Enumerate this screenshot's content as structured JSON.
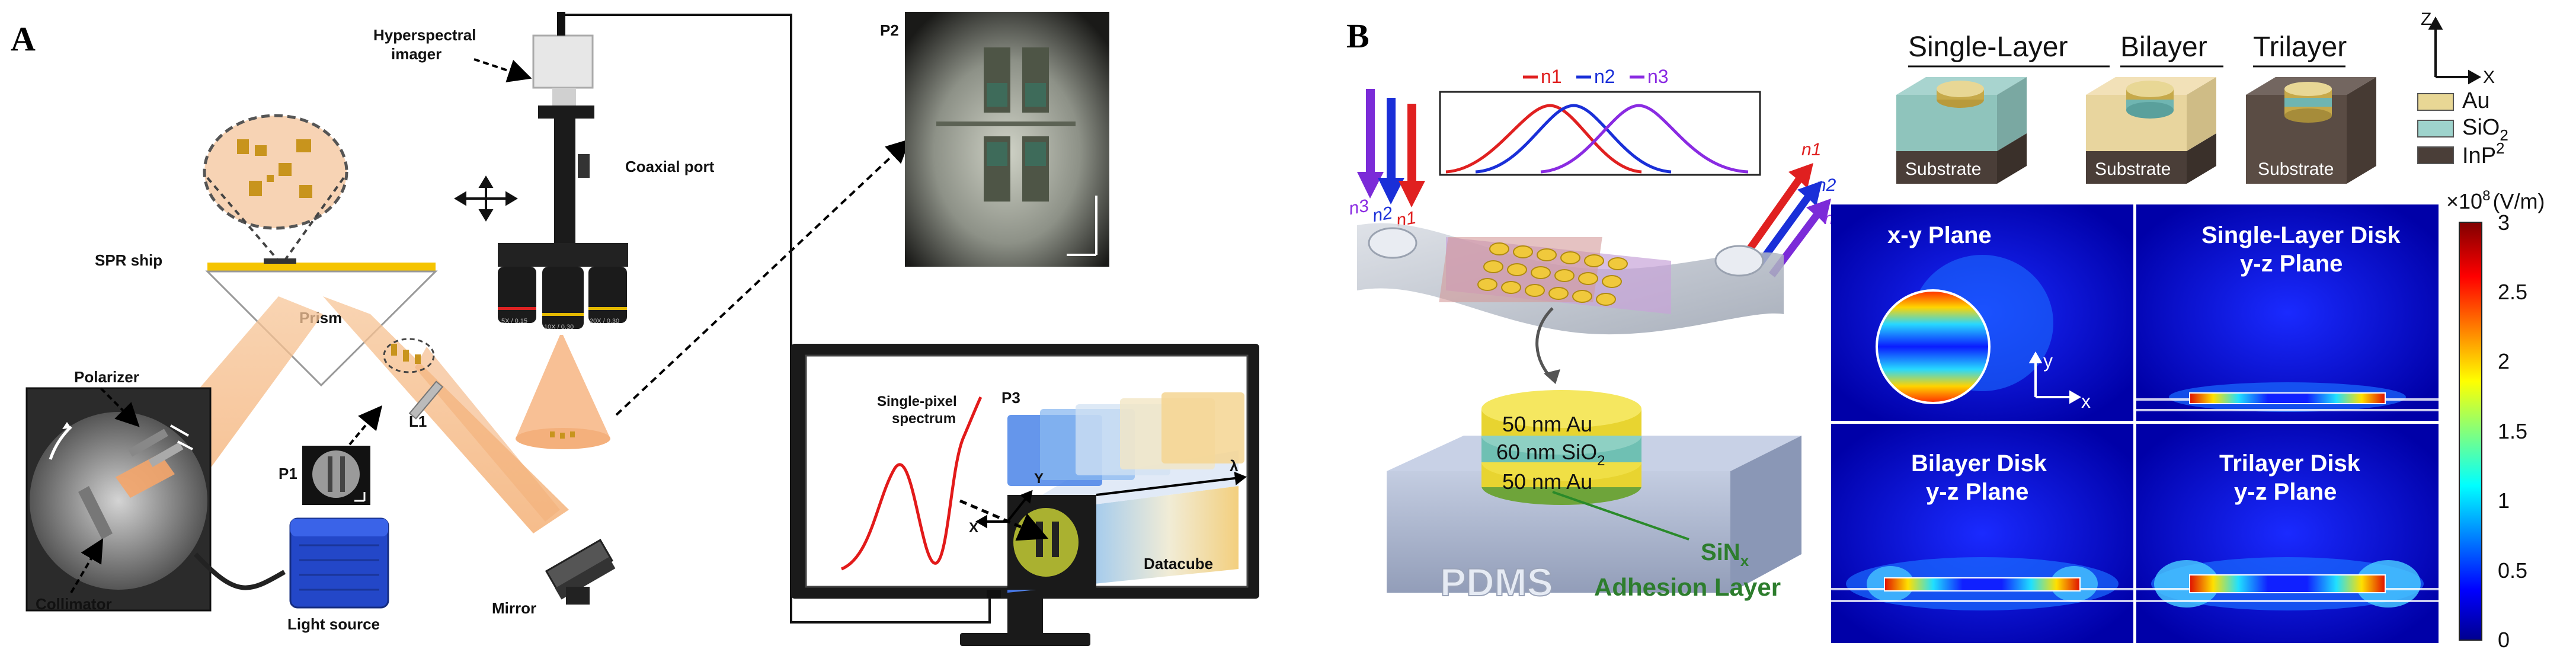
{
  "panel_a": {
    "label": "A",
    "hyperspectral_imager": [
      "Hyperspectral",
      "imager"
    ],
    "coaxial_port": "Coaxial port",
    "spr_ship": "SPR ship",
    "prism": "Prism",
    "polarizer": "Polarizer",
    "collimator": "Collimator",
    "light_source": "Light source",
    "p1": "P1",
    "l1": "L1",
    "mirror": "Mirror",
    "p2": "P2",
    "p3": "P3",
    "single_pixel": [
      "Single-pixel",
      "spectrum"
    ],
    "datacube": "Datacube",
    "axis_x": "X",
    "axis_y": "Y",
    "lambda": "λ",
    "lens_labels": [
      "5X / 0.15",
      "10X / 0.30",
      "20X / 0.30"
    ]
  },
  "panel_b": {
    "label": "B",
    "n_labels": [
      "n1",
      "n2",
      "n3"
    ],
    "n_colors": [
      "#e02020",
      "#1a2fd8",
      "#8a2be2"
    ],
    "layers": [
      "50 nm Au",
      "60 nm SiO",
      "50 nm Au"
    ],
    "layers_sub": "2",
    "pdms": "PDMS",
    "sinx": "SiN",
    "sinx_sub": "x",
    "adhesion": "Adhesion Layer",
    "headers": [
      "Single-Layer",
      "Bilayer",
      "Trilayer"
    ],
    "substrate": "Substrate",
    "legend": [
      "Au",
      "SiO",
      "InP"
    ],
    "legend_sub": "2",
    "legend_sup": "2",
    "axis_z": "Z",
    "axis_x": "X",
    "colorbar_title": "×10",
    "colorbar_exp": "8",
    "colorbar_unit": "(V/m)",
    "colorbar_ticks": [
      "3",
      "2.5",
      "2",
      "1.5",
      "1",
      "0.5",
      "0"
    ],
    "field_panels": [
      [
        "x-y Plane"
      ],
      [
        "Single-Layer Disk",
        "y-z Plane"
      ],
      [
        "Bilayer Disk",
        "y-z Plane"
      ],
      [
        "Trilayer Disk",
        "y-z Plane"
      ]
    ],
    "inset_axis_y": "y",
    "inset_axis_x": "x"
  }
}
